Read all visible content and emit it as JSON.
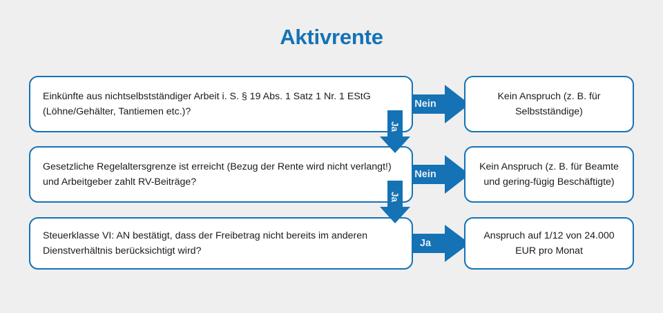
{
  "title": "Aktivrente",
  "colors": {
    "accent": "#1472b5",
    "arrow_fill": "#1472b5",
    "background": "#efefef",
    "box_fill": "#ffffff",
    "text": "#1a1a1a",
    "arrow_label_text": "#e8eef2"
  },
  "flow": {
    "steps": [
      {
        "question": "Einkünfte aus nichtselbstständiger Arbeit i. S. § 19 Abs. 1 Satz 1 Nr. 1 EStG (Löhne/Gehälter, Tantiemen etc.)?",
        "branch_right_label": "Nein",
        "outcome": "Kein Anspruch (z. B. für Selbstständige)",
        "branch_down_label": "Ja"
      },
      {
        "question": "Gesetzliche Regelaltersgrenze ist erreicht (Bezug der Rente wird nicht verlangt!) und Arbeitgeber zahlt RV-Beiträge?",
        "branch_right_label": "Nein",
        "outcome": "Kein Anspruch (z. B. für Beamte und gering-fügig Beschäftigte)",
        "branch_down_label": "Ja"
      },
      {
        "question": "Steuerklasse VI: AN bestätigt, dass der Freibetrag nicht bereits im anderen Dienstverhältnis berücksichtigt wird?",
        "branch_right_label": "Ja",
        "outcome": "Anspruch auf 1/12 von 24.000 EUR pro Monat",
        "branch_down_label": null
      }
    ]
  }
}
